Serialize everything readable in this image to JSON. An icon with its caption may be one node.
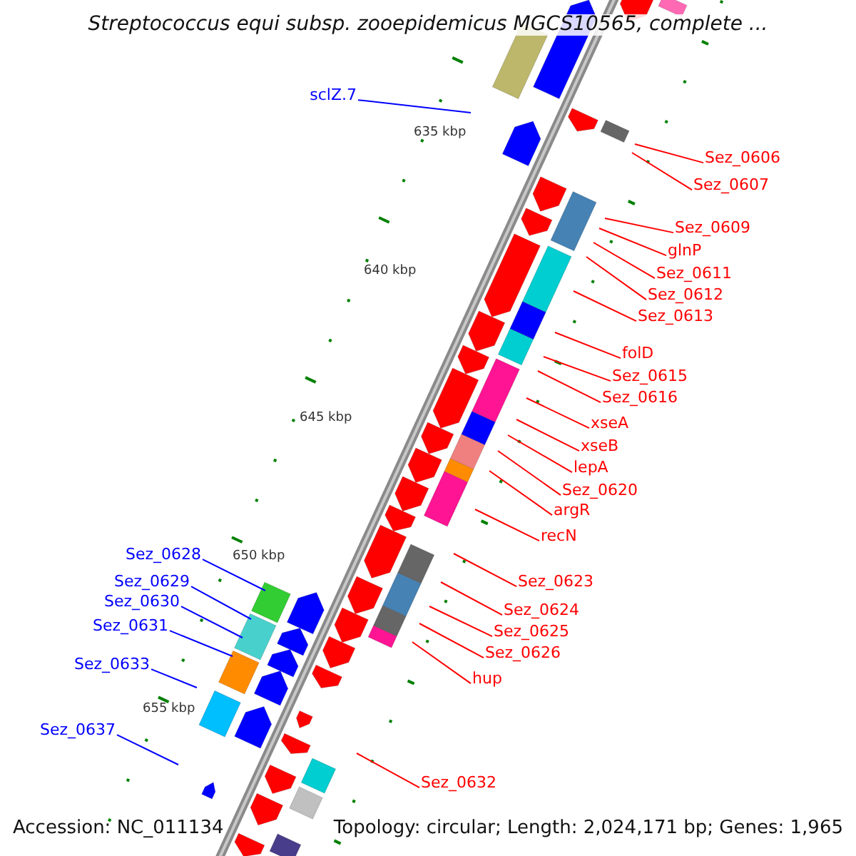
{
  "diagram": {
    "title": "Streptococcus equi subsp. zooepidemicus MGCS10565, complete ...",
    "nodes": [
      {
        "text": [
          "sclZ.7"
        ]
      },
      {
        "text": [
          "Sez_0606"
        ]
      },
      {
        "text": [
          "Sez_0607"
        ]
      },
      {
        "text": [
          "Sez_0609"
        ]
      },
      {
        "text": [
          "glnP"
        ]
      },
      {
        "text": [
          "Sez_0611"
        ]
      },
      {
        "text": [
          "Sez_0612"
        ]
      },
      {
        "text": [
          "Sez_0613"
        ]
      },
      {
        "text": [
          "folD"
        ]
      },
      {
        "text": [
          "Sez_0615"
        ]
      },
      {
        "text": [
          "Sez_0616"
        ]
      },
      {
        "text": [
          "xseA"
        ]
      },
      {
        "text": [
          "xseB"
        ]
      },
      {
        "text": [
          "lepA"
        ]
      },
      {
        "text": [
          "Sez_0620"
        ]
      },
      {
        "text": [
          "argR"
        ]
      },
      {
        "text": [
          "recN"
        ]
      },
      {
        "text": [
          "Sez_0623"
        ]
      },
      {
        "text": [
          "Sez_0624"
        ]
      },
      {
        "text": [
          "Sez_0625"
        ]
      },
      {
        "text": [
          "Sez_0626"
        ]
      },
      {
        "text": [
          "hup"
        ]
      },
      {
        "text": [
          "Sez_0632"
        ]
      },
      {
        "text": [
          "Sez_0628"
        ]
      },
      {
        "text": [
          "Sez_0629"
        ]
      },
      {
        "text": [
          "Sez_0630"
        ]
      },
      {
        "text": [
          "Sez_0631"
        ]
      },
      {
        "text": [
          "Sez_0633"
        ]
      },
      {
        "text": [
          "Sez_0637"
        ]
      }
    ],
    "edges": [
      {
        "from": 0,
        "to": null,
        "arrow": "none",
        "color": "#0000ff"
      },
      {
        "from": 1,
        "to": null,
        "arrow": "none"
      },
      {
        "from": 2,
        "to": null,
        "arrow": "none"
      },
      {
        "from": 3,
        "to": null,
        "arrow": "none"
      },
      {
        "from": 4,
        "to": null,
        "arrow": "none"
      },
      {
        "from": 5,
        "to": null,
        "arrow": "none"
      },
      {
        "from": 6,
        "to": null,
        "arrow": "none"
      },
      {
        "from": 7,
        "to": null,
        "arrow": "none"
      },
      {
        "from": 8,
        "to": null,
        "arrow": "none"
      },
      {
        "from": 9,
        "to": null,
        "arrow": "none"
      },
      {
        "from": 10,
        "to": null,
        "arrow": "none"
      },
      {
        "from": 11,
        "to": null,
        "arrow": "none"
      },
      {
        "from": 12,
        "to": null,
        "arrow": "none"
      },
      {
        "from": 13,
        "to": null,
        "arrow": "none"
      },
      {
        "from": 14,
        "to": null,
        "arrow": "none"
      },
      {
        "from": 15,
        "to": null,
        "arrow": "none"
      },
      {
        "from": 16,
        "to": null,
        "arrow": "none"
      },
      {
        "from": 17,
        "to": null,
        "arrow": "none"
      },
      {
        "from": 18,
        "to": null,
        "arrow": "none"
      },
      {
        "from": 19,
        "to": null,
        "arrow": "none"
      },
      {
        "from": 20,
        "to": null,
        "arrow": "none"
      },
      {
        "from": 21,
        "to": null,
        "arrow": "none"
      },
      {
        "from": 22,
        "to": null,
        "arrow": "none"
      },
      {
        "from": 23,
        "to": null,
        "arrow": "none",
        "color": "#0000ff"
      },
      {
        "from": 24,
        "to": null,
        "arrow": "none",
        "color": "#0000ff"
      },
      {
        "from": 25,
        "to": null,
        "arrow": "none",
        "color": "#0000ff"
      },
      {
        "from": 26,
        "to": null,
        "arrow": "none",
        "color": "#0000ff"
      },
      {
        "from": 27,
        "to": null,
        "arrow": "none",
        "color": "#0000ff"
      },
      {
        "from": 28,
        "to": null,
        "arrow": "none",
        "color": "#0000ff"
      }
    ],
    "labels": [
      "635 kbp",
      "640 kbp",
      "645 kbp",
      "650 kbp",
      "655 kbp",
      "Accession: NC_011134",
      "Topology: circular; Length: 2,024,171 bp; Genes: 1,965"
    ]
  }
}
